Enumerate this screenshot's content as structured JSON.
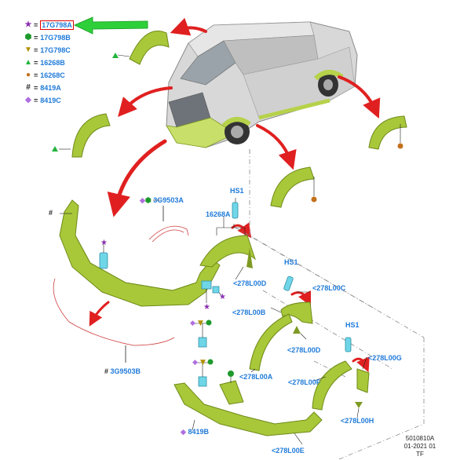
{
  "legend": [
    {
      "symbol": "★",
      "symbol_name": "star-icon",
      "color": "#8a2fb0",
      "part": "17G798A",
      "highlighted": true
    },
    {
      "symbol": "⬢",
      "symbol_name": "hexagon-icon",
      "color": "#1e9a2c",
      "part": "17G798B",
      "highlighted": false
    },
    {
      "symbol": "▼",
      "symbol_name": "triangle-down-icon",
      "color": "#b09000",
      "part": "17G798C",
      "highlighted": false
    },
    {
      "symbol": "▲",
      "symbol_name": "triangle-up-icon",
      "color": "#22b43c",
      "part": "16268B",
      "highlighted": false
    },
    {
      "symbol": "●",
      "symbol_name": "circle-icon",
      "color": "#c2701c",
      "part": "16268C",
      "highlighted": false
    },
    {
      "symbol": "#",
      "symbol_name": "hash-icon",
      "color": "#222222",
      "part": "8419A",
      "highlighted": false
    },
    {
      "symbol": "◆",
      "symbol_name": "diamond-icon",
      "color": "#b070e0",
      "part": "8419C",
      "highlighted": false
    }
  ],
  "legend_eq": "=",
  "labels": {
    "g9503a": "3G9503A",
    "g9503b": "3G9503B",
    "hs1_a": "HS1",
    "hs1_b": "HS1",
    "hs1_c": "HS1",
    "p16268a": "16268A",
    "l278_00d_1": "<278L00D",
    "l278_00c": "<278L00C",
    "l278_00b": "<278L00B",
    "l278_00d_2": "<278L00D",
    "l278_00g": "<278L00G",
    "l278_00a": "<278L00A",
    "l278_00f": "<278L00F",
    "l278_00h": "<278L00H",
    "l278_00e": "<278L00E",
    "p8419b": "8419B",
    "hash": "#"
  },
  "footer": {
    "line1": "5010810A",
    "line2": "01-2021 01",
    "line3": "TF"
  },
  "colors": {
    "part_green": "#a8c83a",
    "part_green_dark": "#6f8a18",
    "arrow_red": "#e02020",
    "arrow_green": "#2ed03a",
    "label_blue": "#1f7ad9",
    "clip_cyan": "#6fd6e8"
  }
}
